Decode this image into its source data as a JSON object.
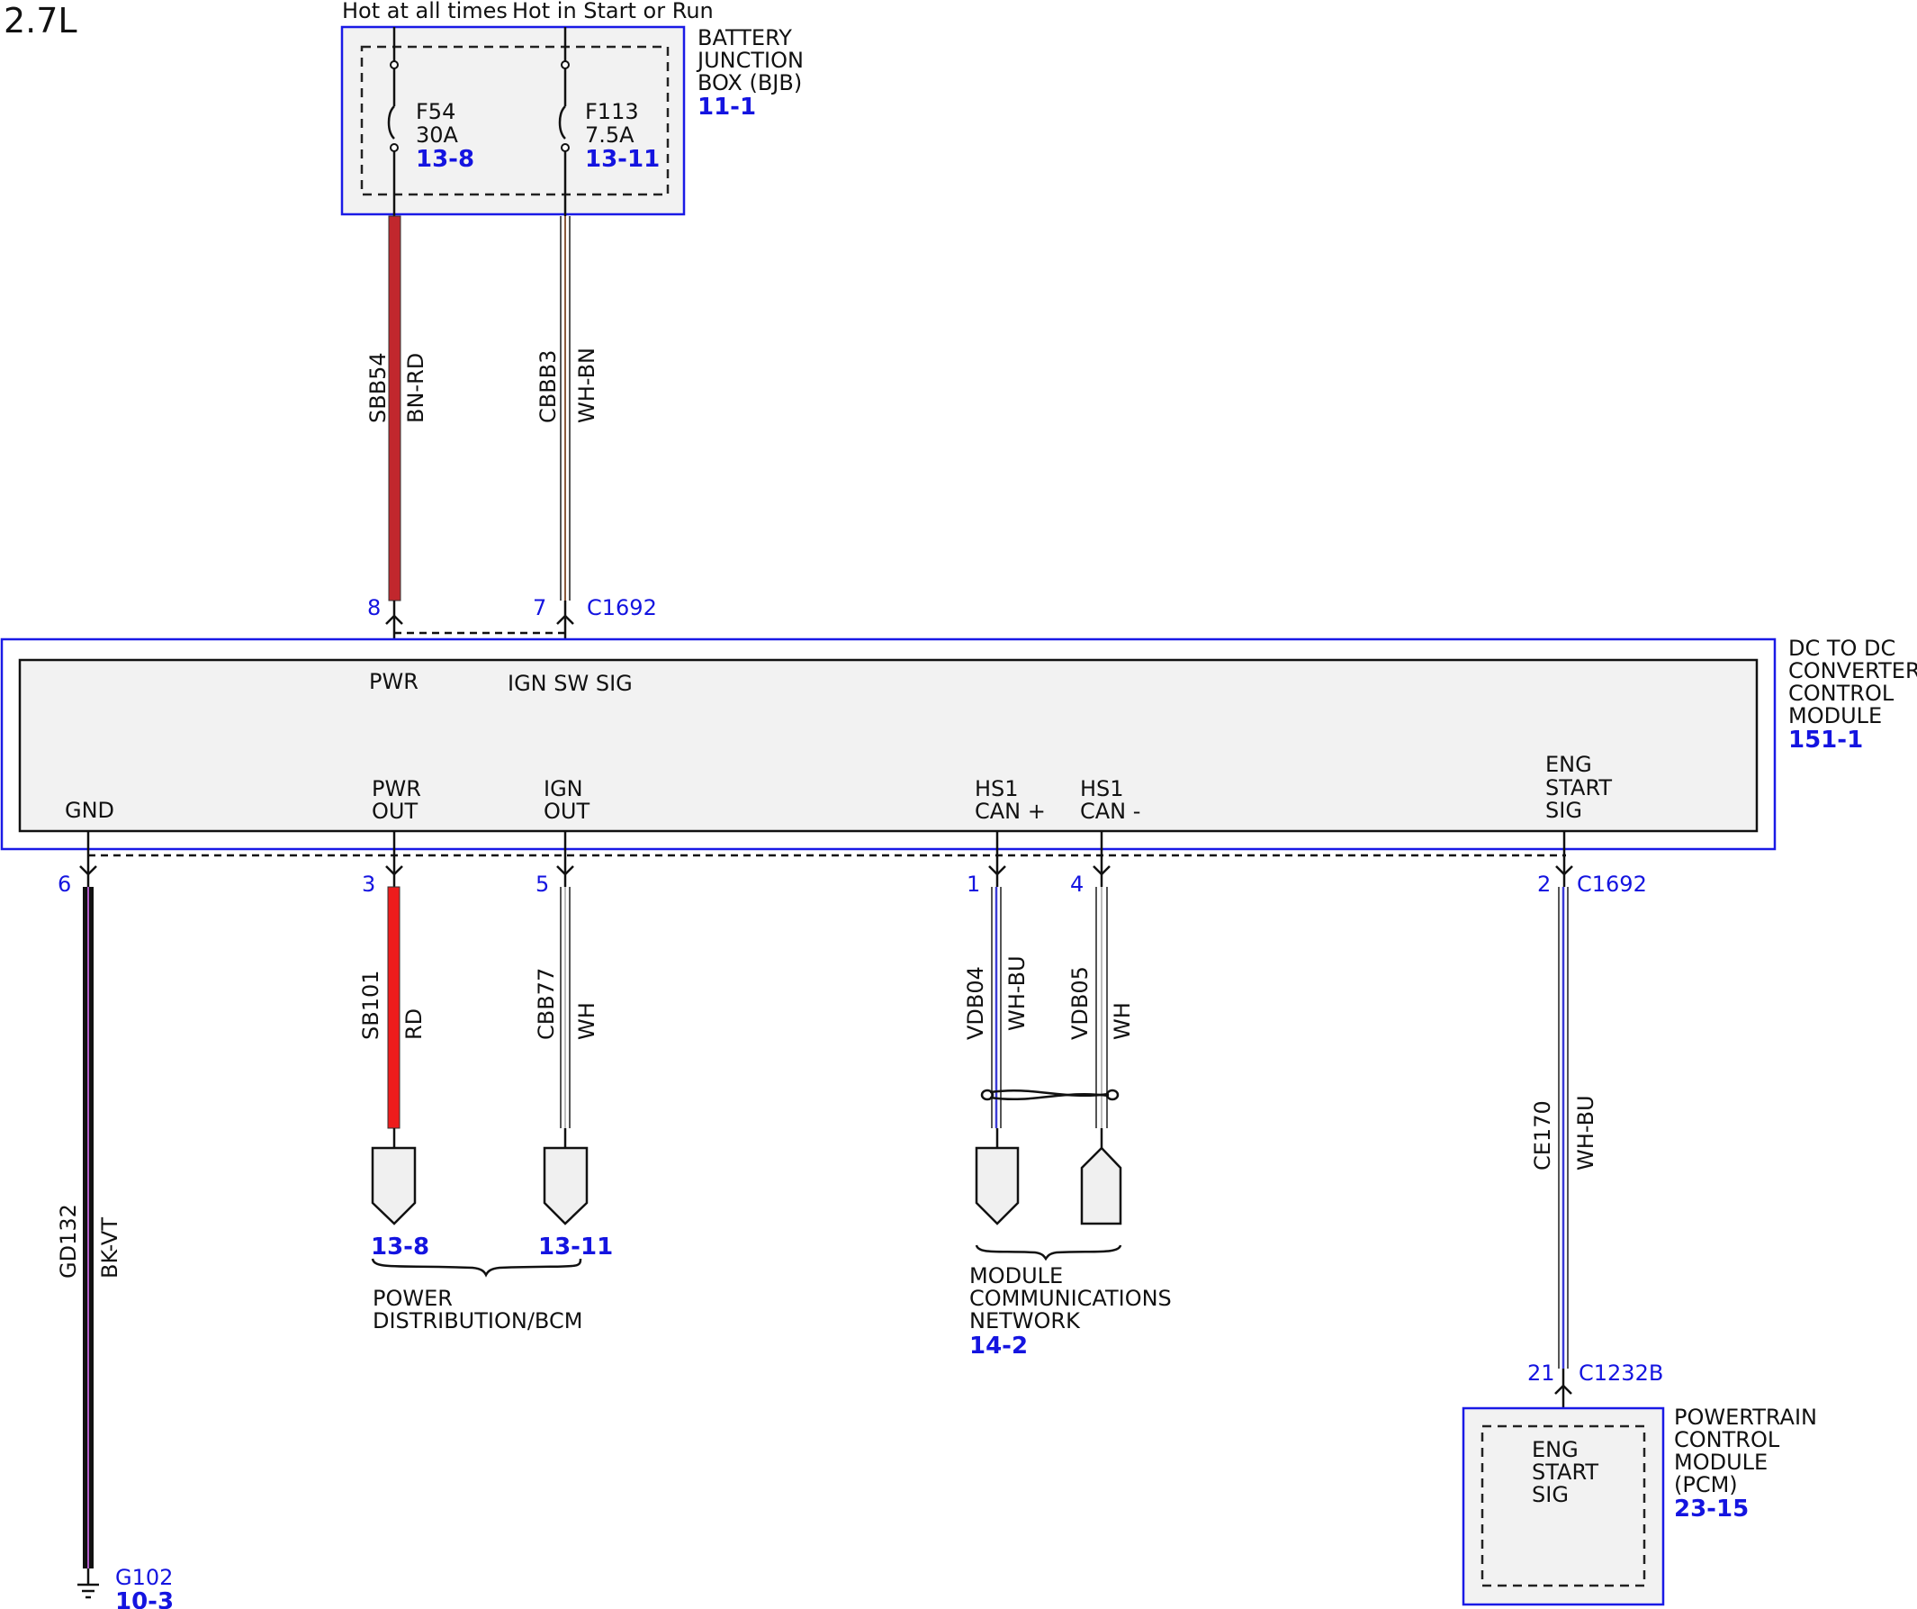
{
  "engine_label": "2.7L",
  "sources": {
    "hot_at_all_times": "Hot at all times",
    "hot_in_start_or_run": "Hot in Start or Run"
  },
  "bjb": {
    "name_lines": [
      "BATTERY",
      "JUNCTION",
      "BOX (BJB)"
    ],
    "ref": "11-1",
    "fuses": [
      {
        "id": "F54",
        "rating": "30A",
        "ref": "13-8"
      },
      {
        "id": "F113",
        "rating": "7.5A",
        "ref": "13-11"
      }
    ]
  },
  "dcdc": {
    "name_lines": [
      "DC TO DC",
      "CONVERTER",
      "CONTROL",
      "MODULE"
    ],
    "ref": "151-1",
    "top_pins": [
      {
        "label": "PWR",
        "pin": "8"
      },
      {
        "label": "IGN SW SIG",
        "pin": "7"
      }
    ],
    "top_connector": "C1692",
    "bottom_connector": "C1692",
    "bottom_pins": [
      {
        "label_lines": [
          "GND"
        ],
        "pin": "6"
      },
      {
        "label_lines": [
          "PWR",
          "OUT"
        ],
        "pin": "3"
      },
      {
        "label_lines": [
          "IGN",
          "OUT"
        ],
        "pin": "5"
      },
      {
        "label_lines": [
          "HS1",
          "CAN +"
        ],
        "pin": "1"
      },
      {
        "label_lines": [
          "HS1",
          "CAN -"
        ],
        "pin": "4"
      },
      {
        "label_lines": [
          "ENG",
          "START",
          "SIG"
        ],
        "pin": "2"
      }
    ]
  },
  "wires": [
    {
      "circuit": "SBB54",
      "color_code": "BN-RD",
      "color": "#c1272d"
    },
    {
      "circuit": "CBBB3",
      "color_code": "WH-BN",
      "color": "#8b5a3c"
    },
    {
      "circuit": "GD132",
      "color_code": "BK-VT",
      "color": "#111111"
    },
    {
      "circuit": "SB101",
      "color_code": "RD",
      "color": "#ee1c1c"
    },
    {
      "circuit": "CBB77",
      "color_code": "WH",
      "color": "#bdbdbd"
    },
    {
      "circuit": "VDB04",
      "color_code": "WH-BU",
      "color": "#3b3bd6"
    },
    {
      "circuit": "VDB05",
      "color_code": "WH",
      "color": "#bdbdbd"
    },
    {
      "circuit": "CE170",
      "color_code": "WH-BU",
      "color": "#3b3bd6"
    }
  ],
  "refs": {
    "power_13_8": "13-8",
    "power_13_11": "13-11",
    "power_group_lines": [
      "POWER",
      "DISTRIBUTION/BCM"
    ],
    "network_group_lines": [
      "MODULE",
      "COMMUNICATIONS",
      "NETWORK"
    ],
    "network_ref": "14-2"
  },
  "ground": {
    "name": "G102",
    "ref": "10-3"
  },
  "pcm": {
    "name_lines": [
      "POWERTRAIN",
      "CONTROL",
      "MODULE",
      "(PCM)"
    ],
    "ref": "23-15",
    "connector": "C1232B",
    "pin": "21",
    "signal_lines": [
      "ENG",
      "START",
      "SIG"
    ]
  }
}
